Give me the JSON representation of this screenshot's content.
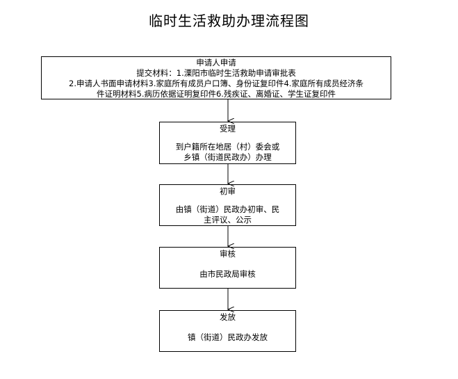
{
  "title": "临时生活救助办理流程图",
  "steps": [
    {
      "head": "申请人申请",
      "lines": [
        "提交材料：1.溧阳市临时生活救助申请审批表",
        "2.申请人书面申请材料3.家庭所有成员户口簿、身份证复印件4.家庭所有成员经济条",
        "件证明材料5.病历依据证明复印件6.残疾证、离婚证、学生证复印件"
      ]
    },
    {
      "head": "受理",
      "body": "到户籍所在地居（村）委会或乡镇（街道民政办）办理"
    },
    {
      "head": "初审",
      "body": "由镇（街道）民政办初审、民主评议、公示"
    },
    {
      "head": "审核",
      "body": "由市民政局审核"
    },
    {
      "head": "发放",
      "body": "镇（街道）民政办发放"
    }
  ]
}
